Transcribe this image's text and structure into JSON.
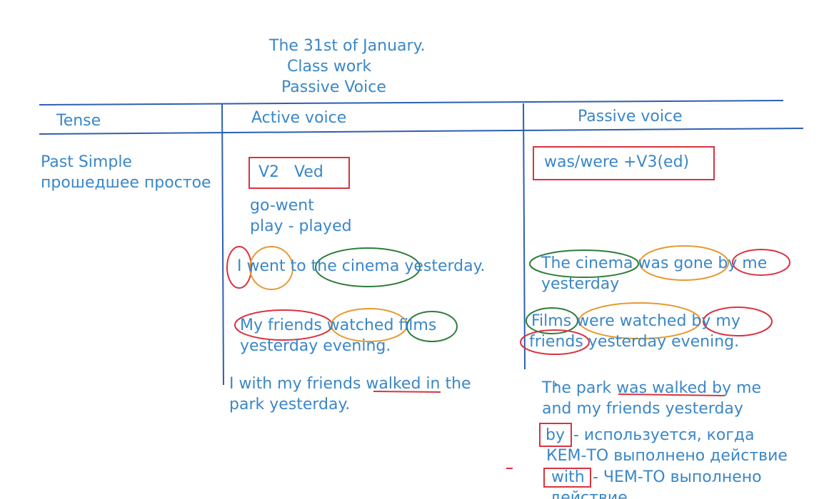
{
  "header": {
    "date": "The 31st of January.",
    "subtitle": "Class work",
    "topic": "Passive Voice"
  },
  "columns": {
    "tense": "Tense",
    "active": "Active voice",
    "passive": "Passive voice"
  },
  "tense": {
    "name": "Past Simple",
    "translation": "прошедшее простое"
  },
  "active": {
    "formula": "V2   Ved",
    "example1": "go-went",
    "example2": "play - played",
    "sentence1": "I went to the cinema yesterday.",
    "sentence2_line1": "My friends watched films",
    "sentence2_line2": "yesterday evening.",
    "sentence3_line1": "I with my friends walked in the",
    "sentence3_line2": "park yesterday."
  },
  "passive": {
    "formula": "was/were +V3(ed)",
    "sentence1_line1": "The cinema was gone by me",
    "sentence1_line2": "yesterday",
    "sentence2_line1": "Films were watched by my",
    "sentence2_line2": "friends yesterday evening.",
    "sentence3_line1": "The park was walked by me",
    "sentence3_line2": "and my friends yesterday"
  },
  "notes": {
    "by_word": "by",
    "by_rule_line1": "- используется, когда",
    "by_rule_line2": "КЕМ-ТО выполнено действие",
    "with_word": "with",
    "with_rule_line1": "- ЧЕМ-ТО выполнено",
    "with_rule_line2": "действие"
  },
  "colors": {
    "text": "#3a87c8",
    "rule_lines": "#2e5fb0",
    "subject_mark": "#d9333f",
    "verb_mark": "#e8992e",
    "object_mark": "#2e7d3a"
  }
}
